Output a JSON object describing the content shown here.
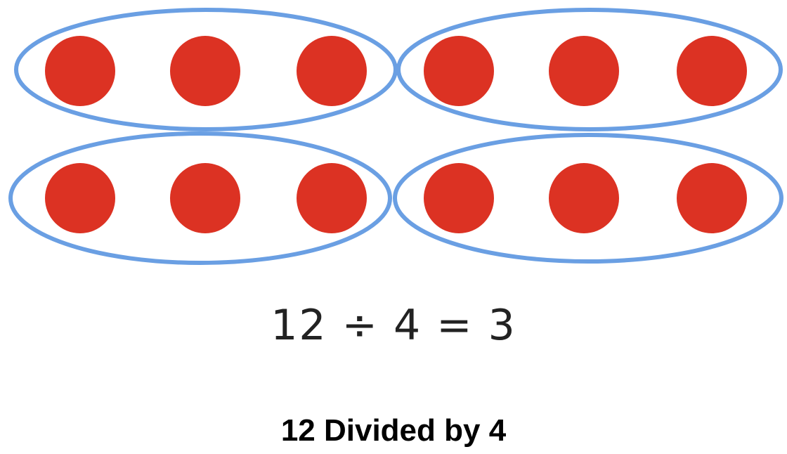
{
  "equation": "12 ÷ 4 = 3",
  "caption": "12 Divided by 4",
  "total": 12,
  "groups": 4,
  "per_group": 3,
  "colors": {
    "dot": "#dc3223",
    "group_outline": "#6a9fe3",
    "text": "#222222"
  }
}
